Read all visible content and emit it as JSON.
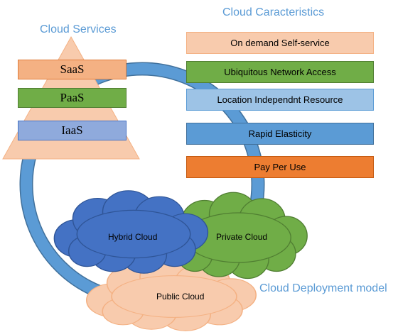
{
  "headings": {
    "services": "Cloud Services",
    "characteristics": "Cloud Caracteristics",
    "deployment": "Cloud Deployment model"
  },
  "services": [
    {
      "label": "SaaS",
      "color": "#f4b183"
    },
    {
      "label": "PaaS",
      "color": "#70ad47"
    },
    {
      "label": "IaaS",
      "color": "#8faadc"
    }
  ],
  "characteristics": [
    {
      "label": "On demand Self-service",
      "color": "#f8cbad"
    },
    {
      "label": "Ubiquitous Network Access",
      "color": "#70ad47"
    },
    {
      "label": "Location Independnt Resource",
      "color": "#9dc3e6"
    },
    {
      "label": "Rapid Elasticity",
      "color": "#5b9bd5"
    },
    {
      "label": "Pay Per Use",
      "color": "#ed7d31"
    }
  ],
  "deployment": {
    "hybrid": "Hybrid Cloud",
    "private": "Private  Cloud",
    "public": "Public Cloud"
  },
  "colors": {
    "triangle": "#f8cbad",
    "ring": "#5b9bd5",
    "hybrid_cloud": "#4472c4",
    "private_cloud": "#70ad47",
    "public_cloud": "#f8cbad"
  }
}
